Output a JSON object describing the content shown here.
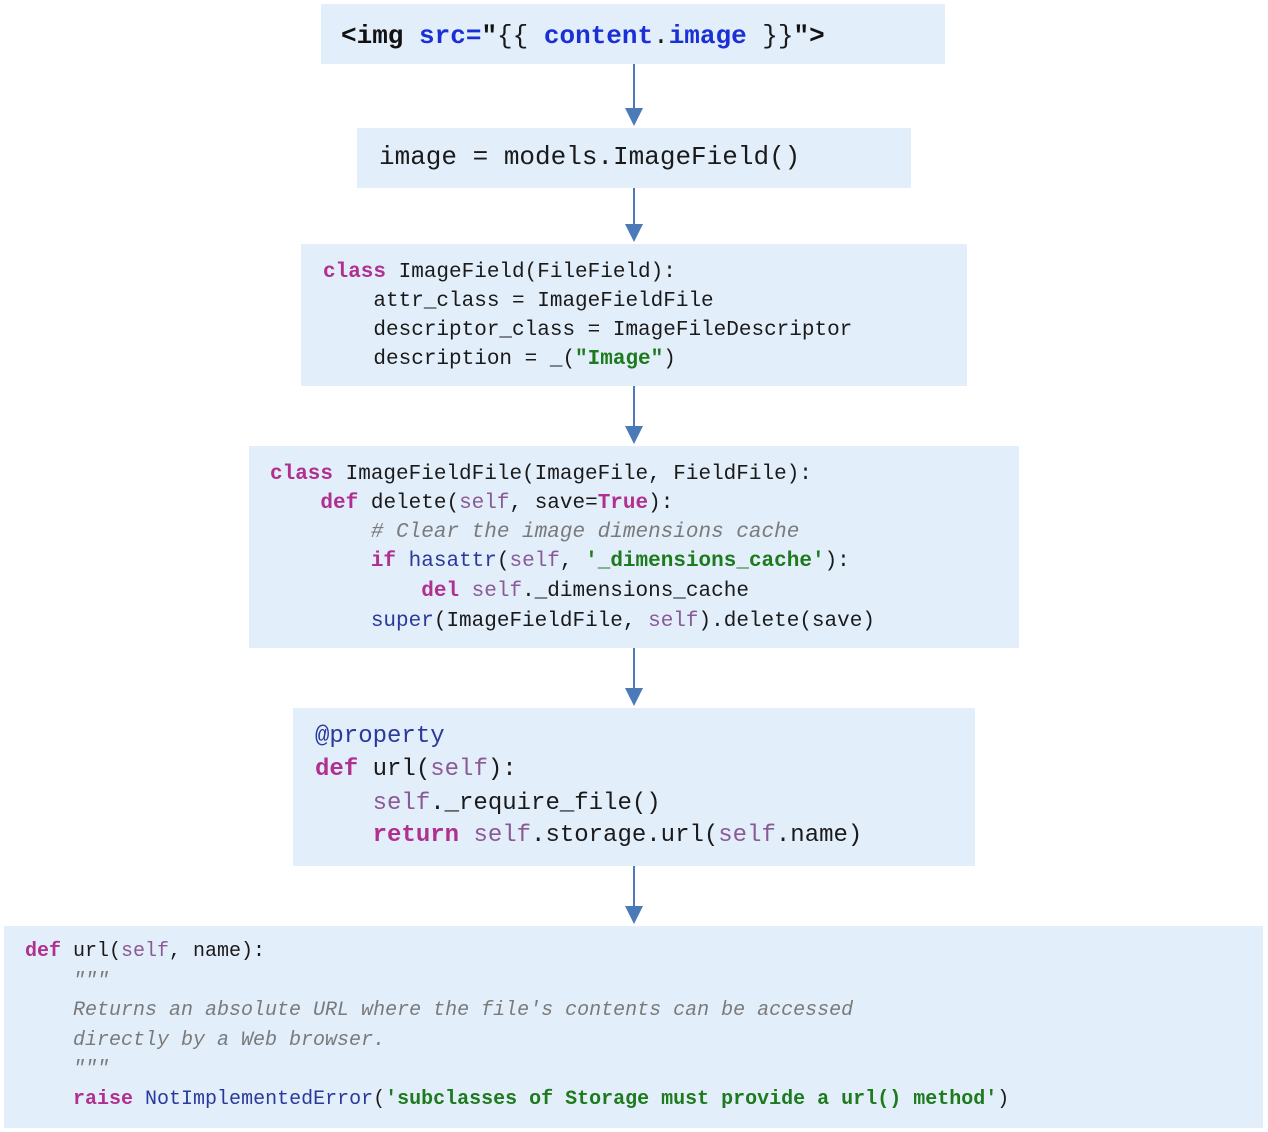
{
  "boxes": [
    {
      "lines": [
        [
          [
            "<img ",
            "dk"
          ],
          [
            "src=",
            "bl"
          ],
          [
            "\"",
            "dk"
          ],
          [
            "{{ ",
            ""
          ],
          [
            "content",
            "bl"
          ],
          [
            ".",
            ""
          ],
          [
            "image",
            "bl"
          ],
          [
            " }}",
            ""
          ],
          [
            "\">",
            "dk"
          ]
        ]
      ]
    },
    {
      "lines": [
        [
          [
            "image = models.ImageField()",
            ""
          ]
        ]
      ]
    },
    {
      "lines": [
        [
          [
            "class",
            "kw"
          ],
          [
            " ImageField(FileField):",
            ""
          ]
        ],
        [
          [
            "    attr_class = ImageFieldFile",
            ""
          ]
        ],
        [
          [
            "    descriptor_class = ImageFileDescriptor",
            ""
          ]
        ],
        [
          [
            "    description = _(",
            ""
          ],
          [
            "\"Image\"",
            "st"
          ],
          [
            ")",
            ""
          ]
        ]
      ]
    },
    {
      "lines": [
        [
          [
            "class",
            "kw"
          ],
          [
            " ImageFieldFile(ImageFile, FieldFile):",
            ""
          ]
        ],
        [
          [
            "    ",
            ""
          ],
          [
            "def",
            "kw"
          ],
          [
            " delete(",
            ""
          ],
          [
            "self",
            "sf"
          ],
          [
            ", save=",
            ""
          ],
          [
            "True",
            "kw"
          ],
          [
            "):",
            ""
          ]
        ],
        [
          [
            "        ",
            ""
          ],
          [
            "# Clear the image dimensions cache",
            "cm"
          ]
        ],
        [
          [
            "        ",
            ""
          ],
          [
            "if",
            "kw"
          ],
          [
            " ",
            ""
          ],
          [
            "hasattr",
            "bi"
          ],
          [
            "(",
            ""
          ],
          [
            "self",
            "sf"
          ],
          [
            ", ",
            ""
          ],
          [
            "'_dimensions_cache'",
            "st"
          ],
          [
            "):",
            ""
          ]
        ],
        [
          [
            "            ",
            ""
          ],
          [
            "del",
            "kw"
          ],
          [
            " ",
            ""
          ],
          [
            "self",
            "sf"
          ],
          [
            "._dimensions_cache",
            ""
          ]
        ],
        [
          [
            "        ",
            ""
          ],
          [
            "super",
            "bi"
          ],
          [
            "(ImageFieldFile, ",
            ""
          ],
          [
            "self",
            "sf"
          ],
          [
            ").delete(save)",
            ""
          ]
        ]
      ]
    },
    {
      "lines": [
        [
          [
            "@property",
            "bi"
          ]
        ],
        [
          [
            "def",
            "kw"
          ],
          [
            " url(",
            ""
          ],
          [
            "self",
            "sf"
          ],
          [
            "):",
            ""
          ]
        ],
        [
          [
            "    ",
            ""
          ],
          [
            "self",
            "sf"
          ],
          [
            "._require_file()",
            ""
          ]
        ],
        [
          [
            "    ",
            ""
          ],
          [
            "return",
            "kw"
          ],
          [
            " ",
            ""
          ],
          [
            "self",
            "sf"
          ],
          [
            ".storage.url(",
            ""
          ],
          [
            "self",
            "sf"
          ],
          [
            ".name)",
            ""
          ]
        ]
      ]
    },
    {
      "lines": [
        [
          [
            "def",
            "kw"
          ],
          [
            " url(",
            ""
          ],
          [
            "self",
            "sf"
          ],
          [
            ", name):",
            ""
          ]
        ],
        [
          [
            "    ",
            ""
          ],
          [
            "\"\"\"",
            "cm"
          ]
        ],
        [
          [
            "    ",
            ""
          ],
          [
            "Returns an absolute URL where the file's contents can be accessed",
            "cm"
          ]
        ],
        [
          [
            "    ",
            ""
          ],
          [
            "directly by a Web browser.",
            "cm"
          ]
        ],
        [
          [
            "    ",
            ""
          ],
          [
            "\"\"\"",
            "cm"
          ]
        ],
        [
          [
            "    ",
            ""
          ],
          [
            "raise",
            "kw"
          ],
          [
            " ",
            ""
          ],
          [
            "NotImplementedError",
            "bi"
          ],
          [
            "(",
            ""
          ],
          [
            "'subclasses of Storage must provide a url() method'",
            "st"
          ],
          [
            ")",
            ""
          ]
        ]
      ]
    }
  ]
}
